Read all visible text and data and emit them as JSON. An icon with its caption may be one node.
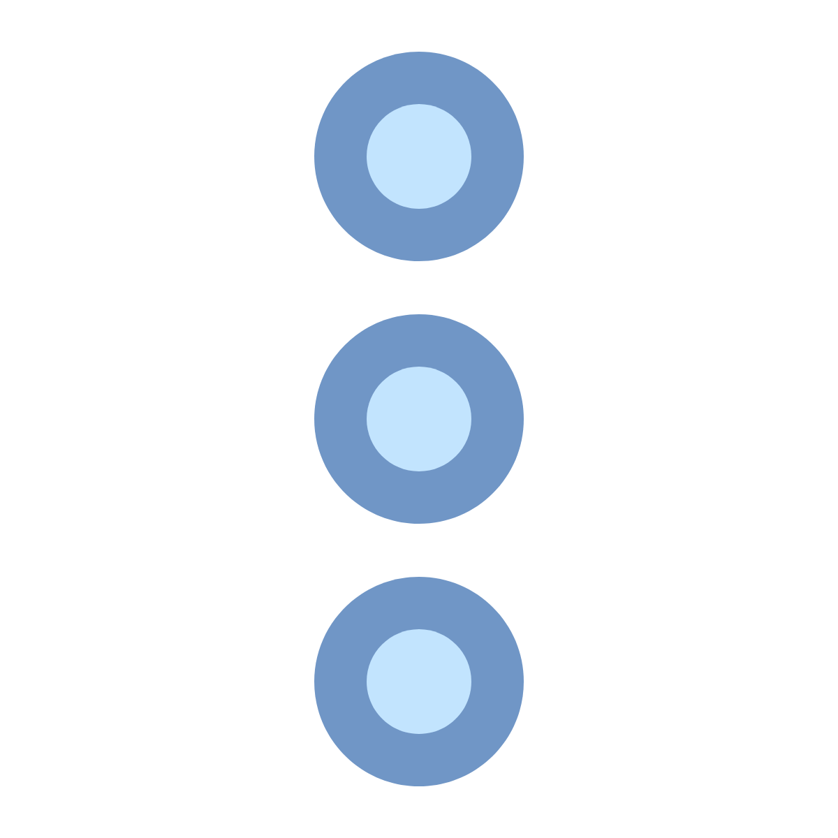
{
  "diagram": {
    "nodes": [
      {
        "text": [],
        "shape": "circle"
      },
      {
        "text": [],
        "shape": "circle"
      },
      {
        "text": [],
        "shape": "circle"
      }
    ]
  }
}
